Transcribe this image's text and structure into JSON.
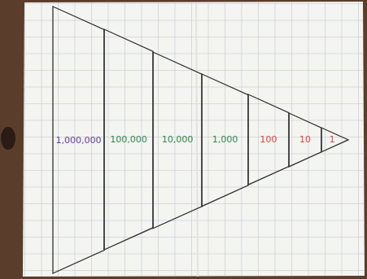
{
  "diagram": {
    "nodes": [
      {
        "text": [
          "1,000,000"
        ]
      },
      {
        "text": [
          "100,000"
        ]
      },
      {
        "text": [
          "10,000"
        ]
      },
      {
        "text": [
          "1,000"
        ]
      },
      {
        "text": [
          "100"
        ]
      },
      {
        "text": [
          "10"
        ]
      },
      {
        "text": [
          "1"
        ]
      }
    ]
  }
}
